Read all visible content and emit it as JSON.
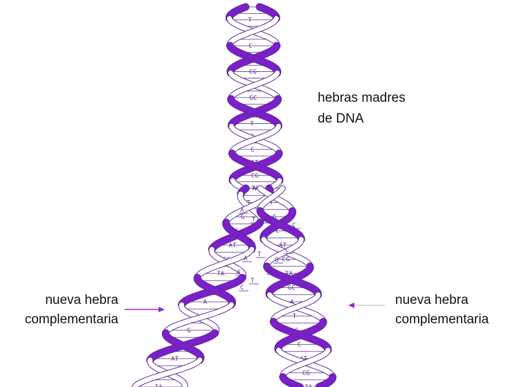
{
  "labels": {
    "parent_strands": {
      "line1": "hebras madres",
      "line2": "de DNA"
    },
    "new_strand_left": {
      "line1": "nueva hebra",
      "line2": "complementaria"
    },
    "new_strand_right": {
      "line1": "nueva hebra",
      "line2": "complementaria"
    }
  },
  "colors": {
    "strand_dark": "#7a1fc9",
    "strand_light": "#ffffff",
    "outline": "#5b2d8e",
    "arrow": "#8e2bd6",
    "arrow_right": "#c9c9c9"
  },
  "base_pairs": [
    "A",
    "T",
    "G",
    "C",
    "AT",
    "CG",
    "TA",
    "GC"
  ]
}
